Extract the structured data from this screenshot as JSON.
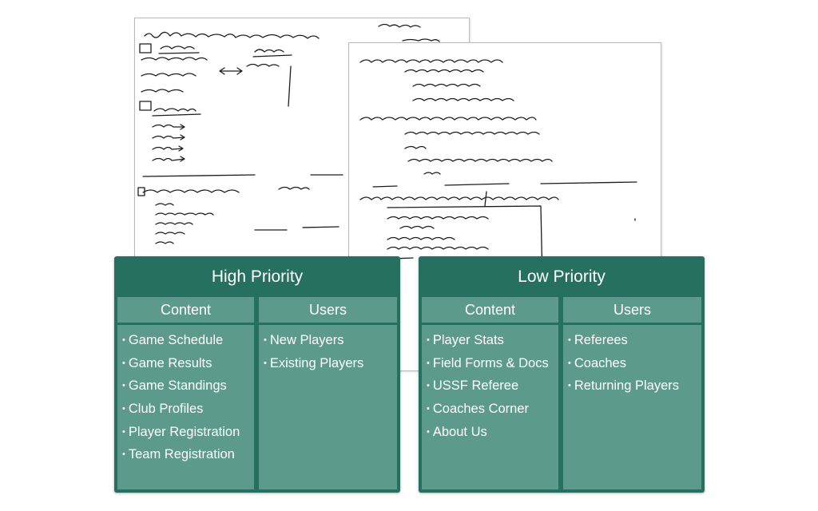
{
  "panels": {
    "high": {
      "title": "High Priority",
      "content": {
        "heading": "Content",
        "items": [
          "Game Schedule",
          "Game Results",
          "Game Standings",
          "Club Profiles",
          "Player Registration",
          "Team Registration"
        ]
      },
      "users": {
        "heading": "Users",
        "items": [
          "New Players",
          "Existing Players"
        ]
      }
    },
    "low": {
      "title": "Low Priority",
      "content": {
        "heading": "Content",
        "items": [
          "Player Stats",
          "Field Forms & Docs",
          "USSF Referee",
          "Coaches Corner",
          "About Us"
        ]
      },
      "users": {
        "heading": "Users",
        "items": [
          "Referees",
          "Coaches",
          "Returning Players"
        ]
      }
    }
  },
  "colors": {
    "panel_dark": "#26705f",
    "panel_light": "#5c9a8b",
    "sketch_ink": "#1c1c1c"
  },
  "icons": {
    "bullet": "bullet-dot-icon"
  }
}
